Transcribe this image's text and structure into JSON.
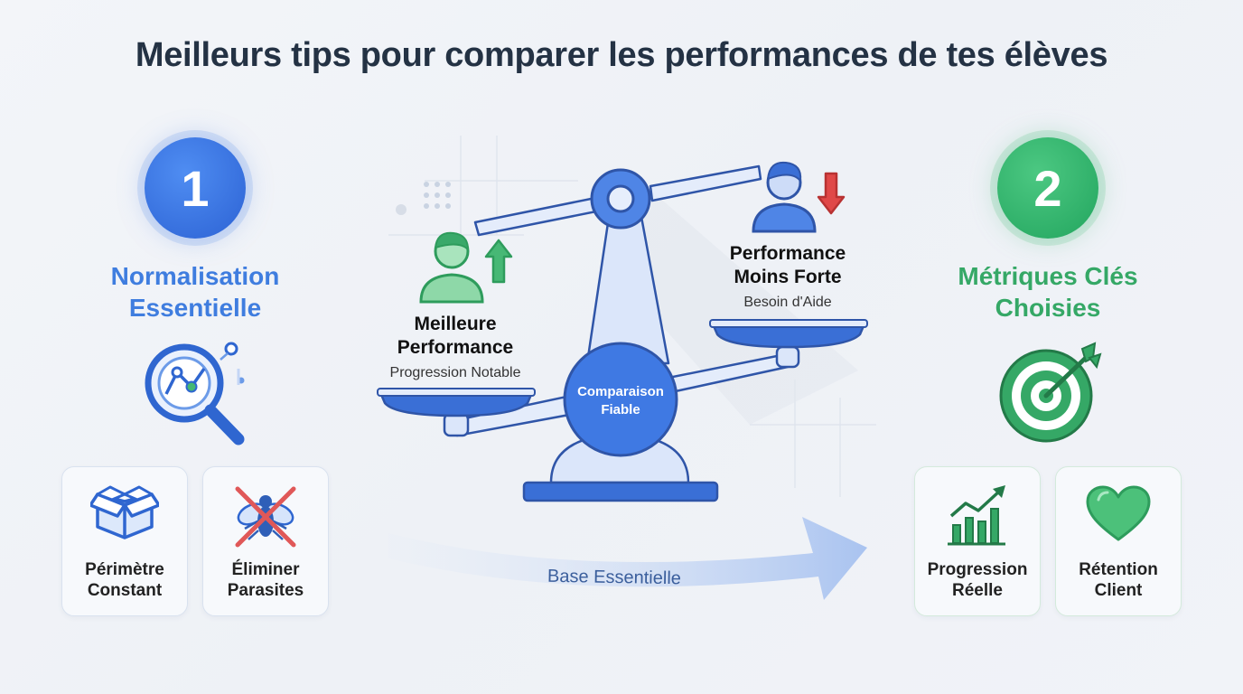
{
  "title": "Meilleurs tips pour comparer les performances de tes élèves",
  "left": {
    "number": "1",
    "title_line1": "Normalisation",
    "title_line2": "Essentielle",
    "cards": [
      {
        "line1": "Périmètre",
        "line2": "Constant",
        "icon": "box-icon"
      },
      {
        "line1": "Éliminer",
        "line2": "Parasites",
        "icon": "crossed-bug-icon"
      }
    ]
  },
  "right": {
    "number": "2",
    "title_line1": "Métriques Clés",
    "title_line2": "Choisies",
    "cards": [
      {
        "line1": "Progression",
        "line2": "Réelle",
        "icon": "growth-chart-icon"
      },
      {
        "line1": "Rétention",
        "line2": "Client",
        "icon": "heart-icon"
      }
    ]
  },
  "scale": {
    "hub": "Comparaison Fiable",
    "left_pan": {
      "line1": "Meilleure",
      "line2": "Performance",
      "sub": "Progression Notable"
    },
    "right_pan": {
      "line1": "Performance",
      "line2": "Moins Forte",
      "sub": "Besoin d'Aide"
    }
  },
  "arrow_label": "Base Essentielle",
  "colors": {
    "blue": "#3f7ddf",
    "green": "#35a866",
    "red": "#e04848",
    "text": "#243244"
  }
}
